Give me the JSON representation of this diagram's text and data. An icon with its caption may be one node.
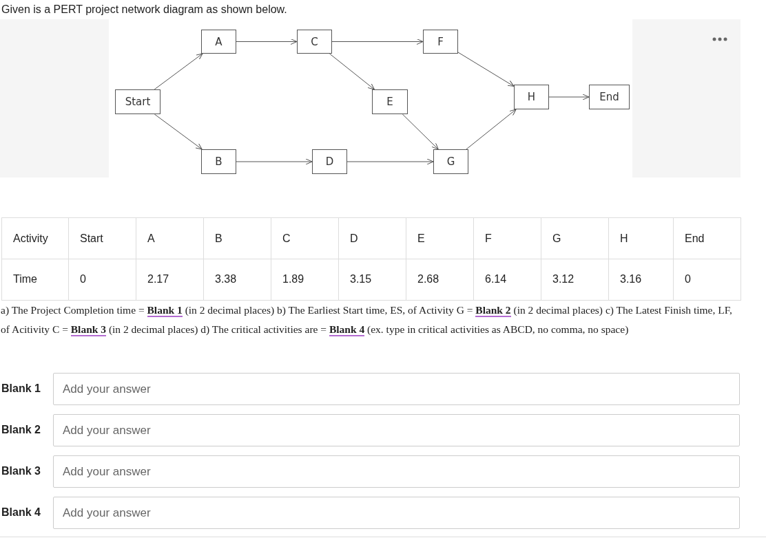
{
  "diagram": {
    "title": "Given is a PERT project network diagram as shown below.",
    "nodes": [
      {
        "text": [
          "Start"
        ]
      },
      {
        "text": [
          "A"
        ]
      },
      {
        "text": [
          "B"
        ]
      },
      {
        "text": [
          "C"
        ]
      },
      {
        "text": [
          "D"
        ]
      },
      {
        "text": [
          "E"
        ]
      },
      {
        "text": [
          "F"
        ]
      },
      {
        "text": [
          "G"
        ]
      },
      {
        "text": [
          "H"
        ]
      },
      {
        "text": [
          "End"
        ]
      }
    ],
    "edges": [
      {
        "from": 0,
        "to": 1,
        "arrow": "to"
      },
      {
        "from": 0,
        "to": 2,
        "arrow": "to"
      },
      {
        "from": 1,
        "to": 3,
        "arrow": "to"
      },
      {
        "from": 2,
        "to": 4,
        "arrow": "to"
      },
      {
        "from": 3,
        "to": 6,
        "arrow": "to"
      },
      {
        "from": 3,
        "to": 5,
        "arrow": "to"
      },
      {
        "from": 4,
        "to": 7,
        "arrow": "to"
      },
      {
        "from": 5,
        "to": 7,
        "arrow": "to"
      },
      {
        "from": 6,
        "to": 8,
        "arrow": "to"
      },
      {
        "from": 7,
        "to": 8,
        "arrow": "to"
      },
      {
        "from": 8,
        "to": 9,
        "arrow": "to"
      }
    ],
    "labels": [
      "Activity",
      "Start",
      "A",
      "B",
      "C",
      "D",
      "E",
      "F",
      "G",
      "H",
      "End",
      "Time",
      "0",
      "2.17",
      "3.38",
      "1.89",
      "3.15",
      "2.68",
      "6.14",
      "3.12",
      "3.16",
      "0",
      "a) The Project Completion time = **Blank 1** (in 2 decimal places) b) The Earliest Start time, ES, of Activity G = **Blank 2** (in 2 decimal places) c) The Latest Finish time, LF, of Acitivity C = **Blank 3** (in 2 decimal places) d) The critical activities are = **Blank 4** (ex. type in critical activities as ABCD, no comma, no space)",
      "Blank 1",
      "Add your answer",
      "Blank 2",
      "Add your answer",
      "Blank 3",
      "Add your answer",
      "Blank 4",
      "Add your answer"
    ]
  }
}
